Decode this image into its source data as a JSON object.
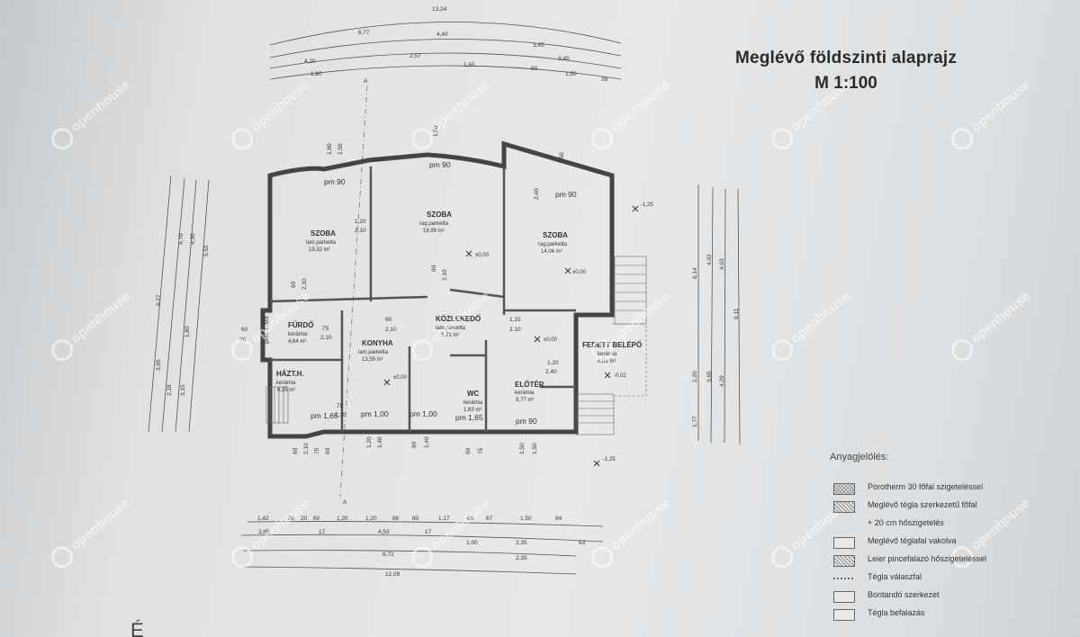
{
  "title": {
    "line1": "Meglévő földszinti alaprajz",
    "line2": "M 1:100"
  },
  "rooms": [
    {
      "name": "SZOBA",
      "floor": "lam.parketta",
      "area": "19,32 m²"
    },
    {
      "name": "SZOBA",
      "floor": "rag.parketta",
      "area": "18,99 m²"
    },
    {
      "name": "SZOBA",
      "floor": "rag.parketta",
      "area": "14,04 m²"
    },
    {
      "name": "KÖZLEKEDŐ",
      "floor": "lam.parketta",
      "area": "5,71 m²"
    },
    {
      "name": "FÜRDŐ",
      "floor": "kerámia",
      "area": "4,64 m²"
    },
    {
      "name": "KONYHA",
      "floor": "lam.parketta",
      "area": "13,59 m²"
    },
    {
      "name": "HÁZT.H.",
      "floor": "kerámia",
      "area": "6,35 m²"
    },
    {
      "name": "WC",
      "floor": "kerámia",
      "area": "1,83 m²"
    },
    {
      "name": "ELŐTÉR",
      "floor": "kerámia",
      "area": "9,77 m²"
    },
    {
      "name": "FEDETT BELÉPŐ",
      "floor": "kerámia",
      "area": "6,51 m²"
    }
  ],
  "parapets": [
    "pm 90",
    "pm 90",
    "pm 90",
    "pm 1,65",
    "pm 1,65",
    "pm 1,00",
    "pm 1,00",
    "pm 1,65",
    "pm 90"
  ],
  "levels": [
    "±0,00",
    "±0,00",
    "±0,00",
    "±0,00",
    "-1,25",
    "-0,02",
    "-1,25"
  ],
  "section_marks": [
    "A",
    "A"
  ],
  "dims": {
    "top": [
      "13,24",
      "6,77",
      "4,40",
      "3,45",
      "4,20",
      "2,57",
      "3,45",
      "1,80",
      "1,65",
      "90",
      "1,50",
      "39"
    ],
    "bottom": [
      "1,42",
      "90",
      "20",
      "60",
      "1,20",
      "1,20",
      "86",
      "60",
      "1,17",
      "60",
      "67",
      "1,50",
      "84",
      "2,85",
      "17",
      "4,53",
      "17",
      "1,00",
      "2,35",
      "63",
      "8,72",
      "2,35",
      "12,09"
    ],
    "left": [
      "9,27",
      "4,70",
      "4,30",
      "5,52",
      "3,95",
      "2,18",
      "1,80",
      "3,15"
    ],
    "right": [
      "6,14",
      "4,02",
      "4,63",
      "9,11",
      "1,20",
      "3,65",
      "4,29",
      "1,77"
    ],
    "openings": [
      "1,80",
      "1,50",
      "1,50",
      "1,50",
      "1,20",
      "2,10",
      "90",
      "2,10",
      "90",
      "2,10",
      "1,15",
      "2,10",
      "1,20",
      "2,40",
      "60",
      "75",
      "90",
      "2,10",
      "75",
      "2,10",
      "75",
      "2,10",
      "90",
      "2,10",
      "75",
      "60",
      "1,20",
      "1,40",
      "60",
      "1,40",
      "60",
      "75",
      "1,50",
      "1,50",
      "2,40"
    ]
  },
  "legend": {
    "heading": "Anyagjelölés:",
    "items": [
      {
        "swatch": "cross",
        "label": "Porotherm 30 főfal szigeteléssel"
      },
      {
        "swatch": "hatch",
        "label": "Meglévő tégla szerkezetű főfal"
      },
      {
        "swatch": "none",
        "label": "+ 20 cm hőszigetelés"
      },
      {
        "swatch": "plain",
        "label": "Meglévő téglafal vakolva"
      },
      {
        "swatch": "hatch",
        "label": "Leier pincefalazó hőszigeteléssel"
      },
      {
        "swatch": "line",
        "label": "Tégla válaszfal"
      },
      {
        "swatch": "plain",
        "label": "Bontandó szerkezet"
      },
      {
        "swatch": "plain",
        "label": "Tégla befalazás"
      }
    ]
  },
  "corner_mark": "É",
  "watermark": "openhouse"
}
